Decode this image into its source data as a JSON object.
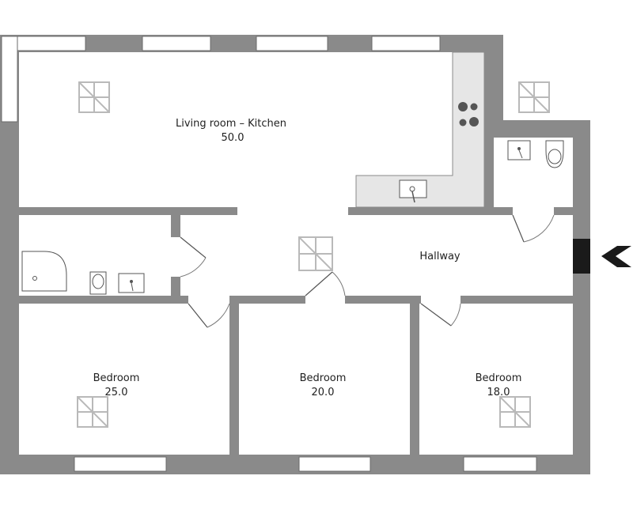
{
  "rooms": {
    "living_kitchen": {
      "name": "Living room – Kitchen",
      "area": "50.0"
    },
    "hallway": {
      "name": "Hallway"
    },
    "bedroom_1": {
      "name": "Bedroom",
      "area": "25.0"
    },
    "bedroom_2": {
      "name": "Bedroom",
      "area": "20.0"
    },
    "bedroom_3": {
      "name": "Bedroom",
      "area": "18.0"
    }
  },
  "colors": {
    "wall": "#8a8a8a",
    "counter": "#e6e6e6",
    "entrance": "#1a1a1a"
  }
}
